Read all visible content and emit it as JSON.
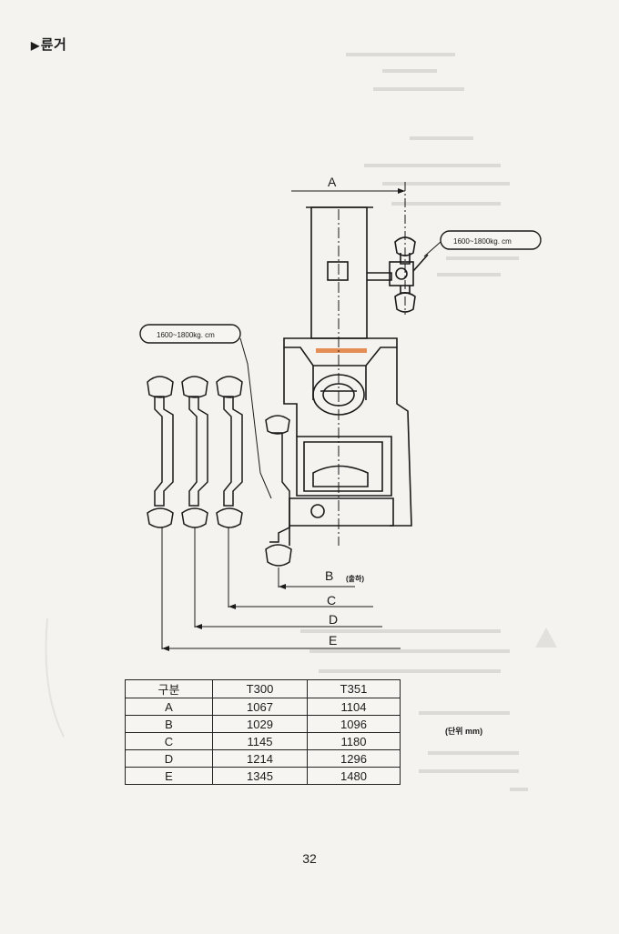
{
  "page": {
    "heading_marker": "▶",
    "heading": "륜거",
    "page_number": "32"
  },
  "diagram": {
    "callout_upper": "1600~1800kg. cm",
    "callout_left": "1600~1800kg. cm",
    "dim_a": "A",
    "dim_b": "B",
    "dim_b_note": "(출하)",
    "dim_c": "C",
    "dim_d": "D",
    "dim_e": "E"
  },
  "table": {
    "headers": [
      "구분",
      "T300",
      "T351"
    ],
    "rows": [
      [
        "A",
        "1067",
        "1104"
      ],
      [
        "B",
        "1029",
        "1096"
      ],
      [
        "C",
        "1145",
        "1180"
      ],
      [
        "D",
        "1214",
        "1296"
      ],
      [
        "E",
        "1345",
        "1480"
      ]
    ],
    "unit_note": "(단위 mm)"
  }
}
